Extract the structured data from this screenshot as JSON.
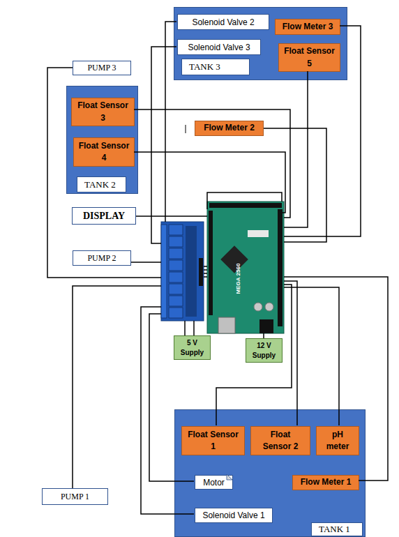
{
  "diagram": {
    "nodes": [
      {
        "text": [
          "TANK 3"
        ]
      },
      {
        "text": [
          "Solenoid Valve 2"
        ],
        "in": 0
      },
      {
        "text": [
          "Flow Meter 3"
        ],
        "in": 0
      },
      {
        "text": [
          "Solenoid Valve 3"
        ],
        "in": 0
      },
      {
        "text": [
          "Float Sensor 5"
        ],
        "in": 0
      },
      {
        "text": [
          "PUMP 3"
        ]
      },
      {
        "text": [
          "TANK 2"
        ]
      },
      {
        "text": [
          "Float Sensor 3"
        ],
        "in": 6
      },
      {
        "text": [
          "Flow Meter 2"
        ]
      },
      {
        "text": [
          "Float Sensor 4"
        ],
        "in": 6
      },
      {
        "text": [
          "DISPLAY"
        ]
      },
      {
        "text": [
          "PUMP 2"
        ]
      },
      {
        "text": [
          "5 V Supply"
        ]
      },
      {
        "text": [
          "12 V Supply"
        ]
      },
      {
        "text": [
          "TANK 1"
        ]
      },
      {
        "text": [
          "Float Sensor 1"
        ],
        "in": 14
      },
      {
        "text": [
          "Float Sensor 2"
        ],
        "in": 14
      },
      {
        "text": [
          "pH meter"
        ],
        "in": 14
      },
      {
        "text": [
          "Motor"
        ],
        "in": 14
      },
      {
        "text": [
          "Flow Meter 1"
        ],
        "in": 14
      },
      {
        "text": [
          "Solenoid Valve 1"
        ],
        "in": 14
      },
      {
        "text": [
          "PUMP 1"
        ]
      }
    ],
    "labels": [
      "MEGA 2560"
    ]
  }
}
